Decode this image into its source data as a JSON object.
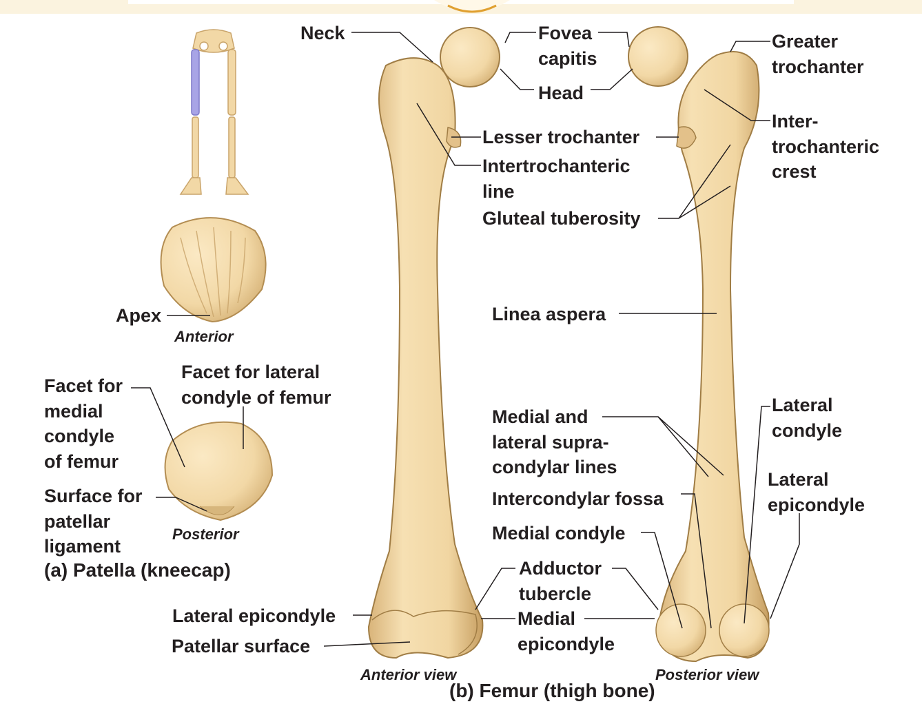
{
  "colors": {
    "bone": "#f2d8a6",
    "bone_shadow": "#c9a46a",
    "bone_dark": "#a07d45",
    "highlight": "#9f9be0",
    "leader": "#231f20"
  },
  "patella": {
    "views": {
      "anterior": "Anterior",
      "posterior": "Posterior"
    },
    "labels": {
      "apex": "Apex",
      "facet_lateral": "Facet for lateral\ncondyle of femur",
      "facet_medial": "Facet for\nmedial\ncondyle\nof femur",
      "surface_ligament": "Surface for\npatellar\nligament"
    },
    "caption": "(a) Patella (kneecap)"
  },
  "femur": {
    "views": {
      "anterior": "Anterior view",
      "posterior": "Posterior view"
    },
    "labels": {
      "neck": "Neck",
      "fovea": "Fovea\ncapitis",
      "head": "Head",
      "greater_trochanter": "Greater\ntrochanter",
      "lesser_trochanter": "Lesser trochanter",
      "intertrochanteric_line": "Intertrochanteric\nline",
      "intertrochanteric_crest": "Inter-\ntrochanteric\ncrest",
      "gluteal_tuberosity": "Gluteal tuberosity",
      "linea_aspera": "Linea aspera",
      "supracondylar_lines": "Medial and\nlateral supra-\ncondylar lines",
      "lateral_condyle": "Lateral\ncondyle",
      "lateral_epicondyle_right": "Lateral\nepicondyle",
      "intercondylar_fossa": "Intercondylar fossa",
      "medial_condyle": "Medial condyle",
      "adductor_tubercle": "Adductor\ntubercle",
      "medial_epicondyle": "Medial\nepicondyle",
      "lateral_epicondyle_left": "Lateral epicondyle",
      "patellar_surface": "Patellar surface"
    },
    "caption": "(b) Femur (thigh bone)"
  }
}
